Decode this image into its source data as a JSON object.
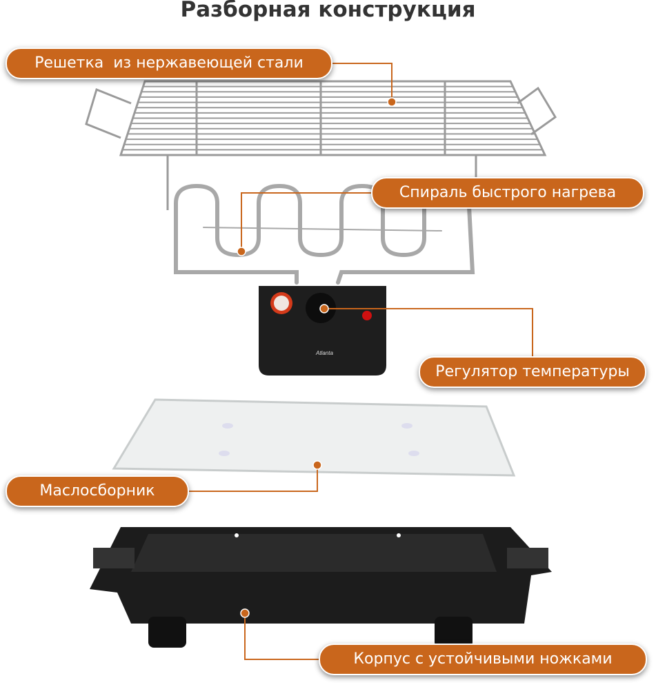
{
  "title": "Разборная конструкция",
  "callouts": {
    "grate": "Решетка  из нержавеющей стали",
    "heater": "Спираль быстрого нагрева",
    "thermostat": "Регулятор температуры",
    "drip_tray": "Маслосборник",
    "body": "Корпус с устойчивыми ножками"
  },
  "colors": {
    "accent": "#c9661c",
    "title": "#333333"
  }
}
